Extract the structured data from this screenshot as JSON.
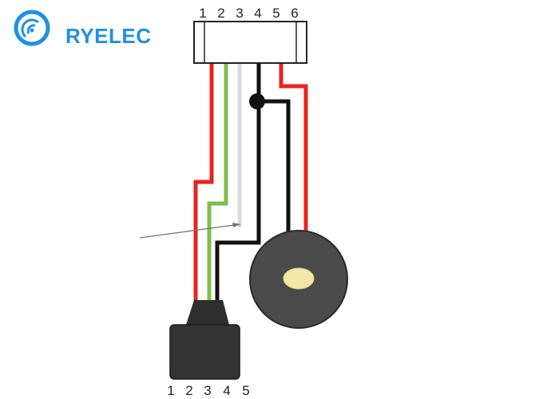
{
  "brand": {
    "name": "RYELEC",
    "logo_icon": "wifi-signal-circle-icon",
    "color": "#1e90e6"
  },
  "top_connector": {
    "pin_labels": [
      "1",
      "2",
      "3",
      "4",
      "5",
      "6"
    ]
  },
  "bottom_connector": {
    "pin_labels": [
      "1",
      "2",
      "3",
      "4",
      "5"
    ]
  },
  "wire_colors": {
    "red": "#e8231f",
    "green": "#7fbf4a",
    "white": "#dcdcdc",
    "black": "#111111"
  },
  "components": {
    "buzzer": "round-disc-component",
    "plug": "dark-rubber-plug"
  }
}
